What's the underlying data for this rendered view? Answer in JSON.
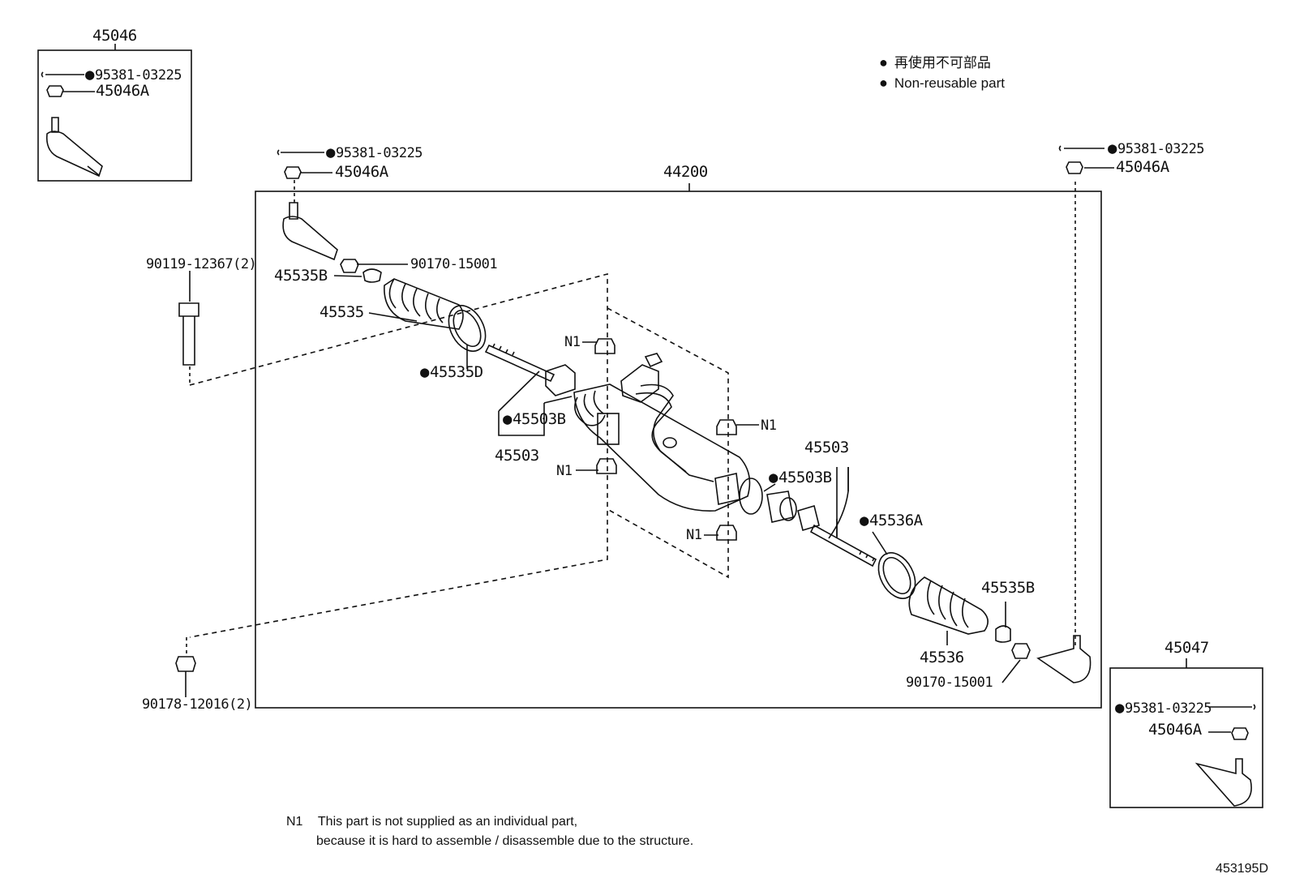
{
  "legend": {
    "jp": "再使用不可部品",
    "en": "Non-reusable part"
  },
  "labels": {
    "assembly_left_group": "45046",
    "assembly_right_group": "45047",
    "main_assembly": "44200",
    "cotter_pin": "95381-03225",
    "nut": "45046A",
    "bolt_top": "90119-12367(2)",
    "bolt_bottom": "90178-12016(2)",
    "clip": "90170-15001",
    "clamp": "45535B",
    "boot_left": "45535",
    "boot_right": "45536",
    "band_left": "45535D",
    "band_right": "45536A",
    "rack_end": "45503",
    "rack_end_stopper": "45503B",
    "n1": "N1"
  },
  "note": {
    "marker": "N1",
    "line1": "This part is not supplied as an individual part,",
    "line2": "because it is hard to assemble / disassemble due to the structure."
  },
  "diagram_code": "453195D"
}
